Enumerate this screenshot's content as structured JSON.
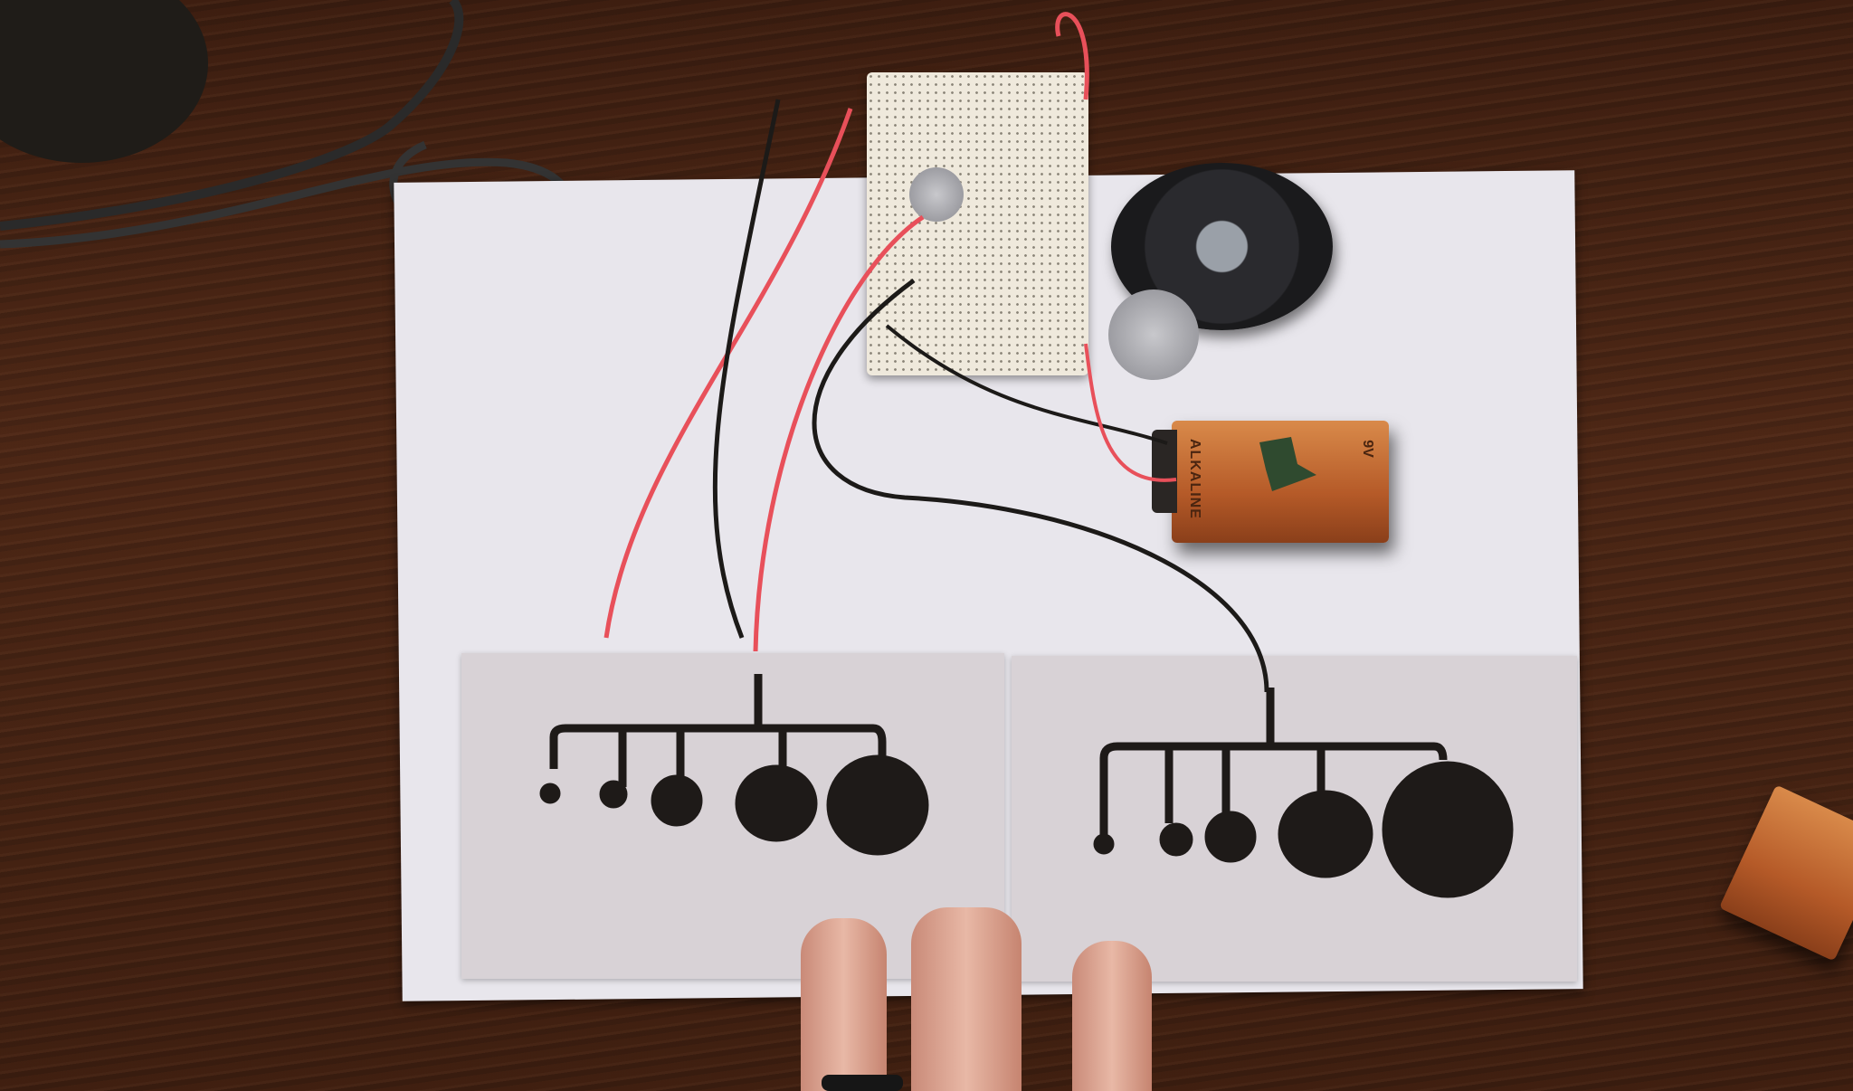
{
  "scene": {
    "description": "Homemade capacitive touch instrument circuit on a wooden desk",
    "colors": {
      "desk": "#3f2012",
      "paper": "#e8e6ec",
      "card": "#d8d2d6",
      "ink": "#1e1a18",
      "wire_red": "#e8505a",
      "wire_black": "#1c1a18",
      "battery": "#c4703a"
    }
  },
  "battery": {
    "label": "ALKALINE",
    "voltage": "9V"
  },
  "objects": [
    {
      "name": "breadboard",
      "type": "solderless-breadboard"
    },
    {
      "name": "potentiometer",
      "type": "rotary-knob"
    },
    {
      "name": "speaker",
      "type": "small-speaker"
    },
    {
      "name": "battery-9v",
      "type": "9-volt-battery"
    },
    {
      "name": "touch-pad-card-left",
      "pads": 5
    },
    {
      "name": "touch-pad-card-right",
      "pads": 5
    },
    {
      "name": "fingers",
      "count": 3
    }
  ]
}
